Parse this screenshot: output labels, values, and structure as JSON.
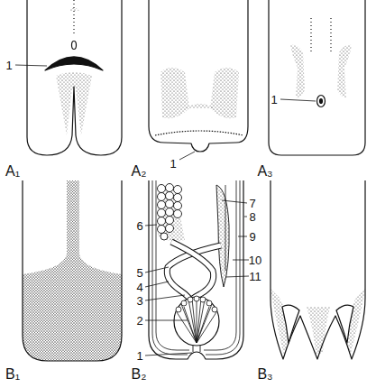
{
  "diagram": {
    "labels": [
      "1",
      "A₁",
      "1",
      "A₂",
      "1",
      "A₃",
      "B₁",
      "1",
      "2",
      "3",
      "4",
      "5",
      "6",
      "7",
      "8",
      "9",
      "10",
      "11",
      "B₂",
      "B₃"
    ]
  }
}
